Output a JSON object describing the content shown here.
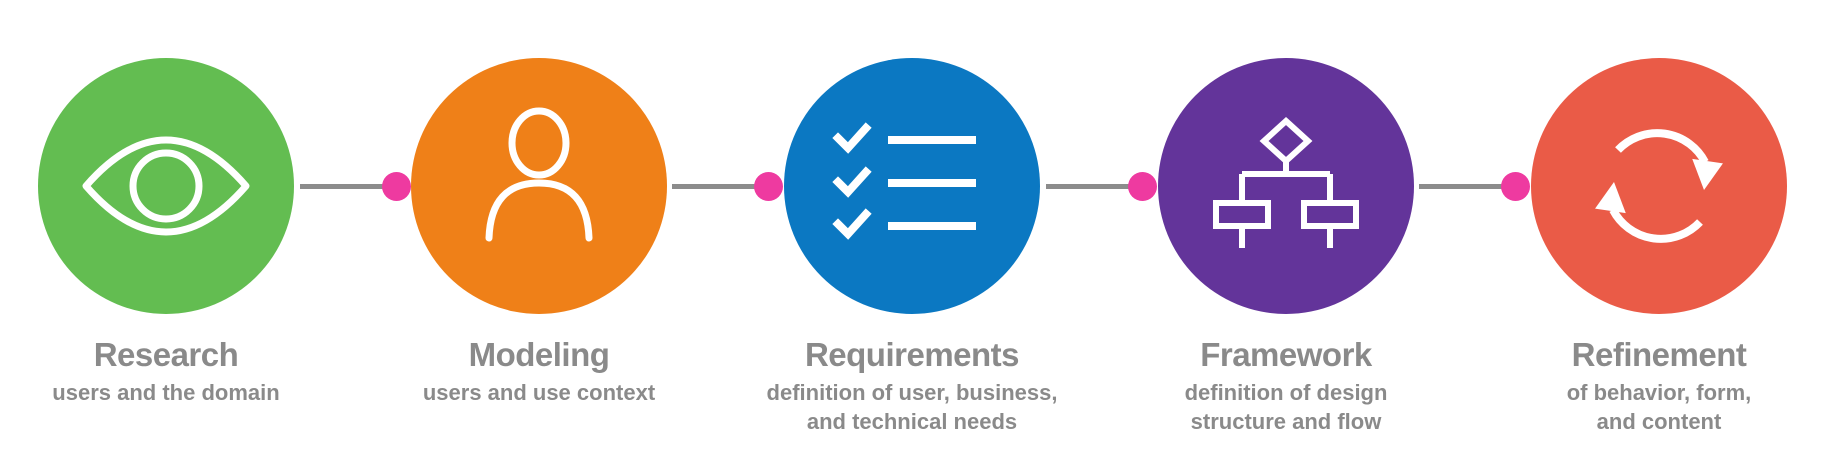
{
  "steps": [
    {
      "title": "Research",
      "description": [
        "users and the domain",
        ""
      ],
      "color": "#63bd51",
      "icon": "eye-icon"
    },
    {
      "title": "Modeling",
      "description": [
        "users and use context",
        ""
      ],
      "color": "#ef8018",
      "icon": "person-icon"
    },
    {
      "title": "Requirements",
      "description": [
        "definition of user, business,",
        "and technical needs"
      ],
      "color": "#0b78c2",
      "icon": "checklist-icon"
    },
    {
      "title": "Framework",
      "description": [
        "definition of design",
        "structure and flow"
      ],
      "color": "#63349a",
      "icon": "flowchart-icon"
    },
    {
      "title": "Refinement",
      "description": [
        "of behavior, form,",
        "and content"
      ],
      "color": "#ea5b47",
      "icon": "refresh-cycle-icon"
    }
  ],
  "connector_color": "#8c8c8c",
  "dot_color": "#ee3aa0"
}
